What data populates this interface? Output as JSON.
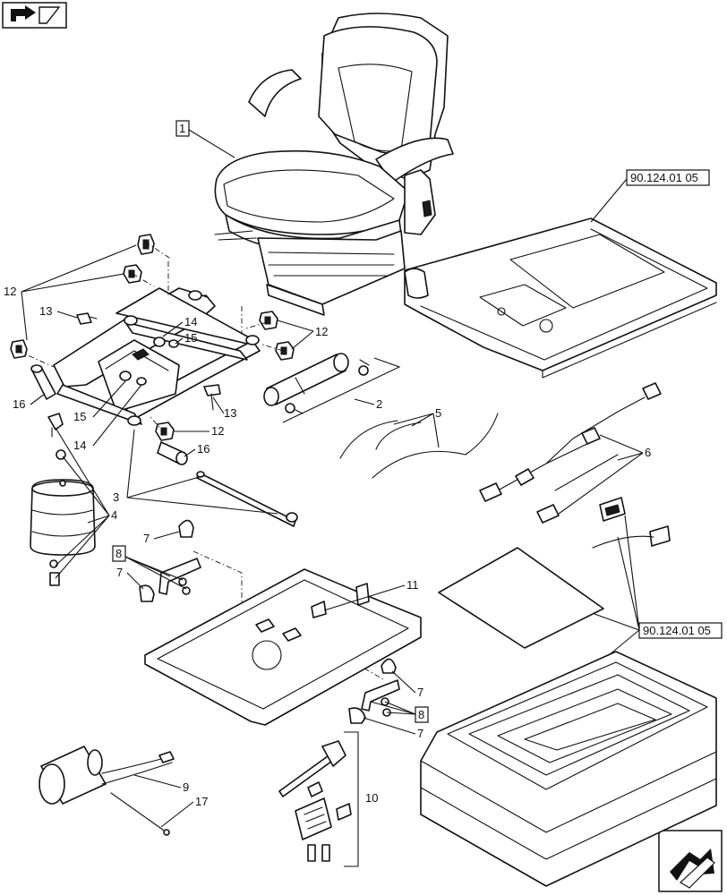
{
  "callouts": {
    "c1": "1",
    "c2": "2",
    "c3": "3",
    "c4": "4",
    "c5": "5",
    "c6": "6",
    "c7a": "7",
    "c7b": "7",
    "c7c": "7",
    "c7d": "7",
    "c8a": "8",
    "c8b": "8",
    "c9": "9",
    "c10": "10",
    "c11": "11",
    "c12a": "12",
    "c12b": "12",
    "c12c": "12",
    "c13a": "13",
    "c13b": "13",
    "c14a": "14",
    "c14b": "14",
    "c15a": "15",
    "c15b": "15",
    "c16a": "16",
    "c16b": "16",
    "c17": "17"
  },
  "references": {
    "ref_upper": "90.124.01 05",
    "ref_lower": "90.124.01 05"
  },
  "icons": {
    "top_left": "open-book-arrow-icon",
    "bottom_right": "next-page-arrow-icon"
  }
}
